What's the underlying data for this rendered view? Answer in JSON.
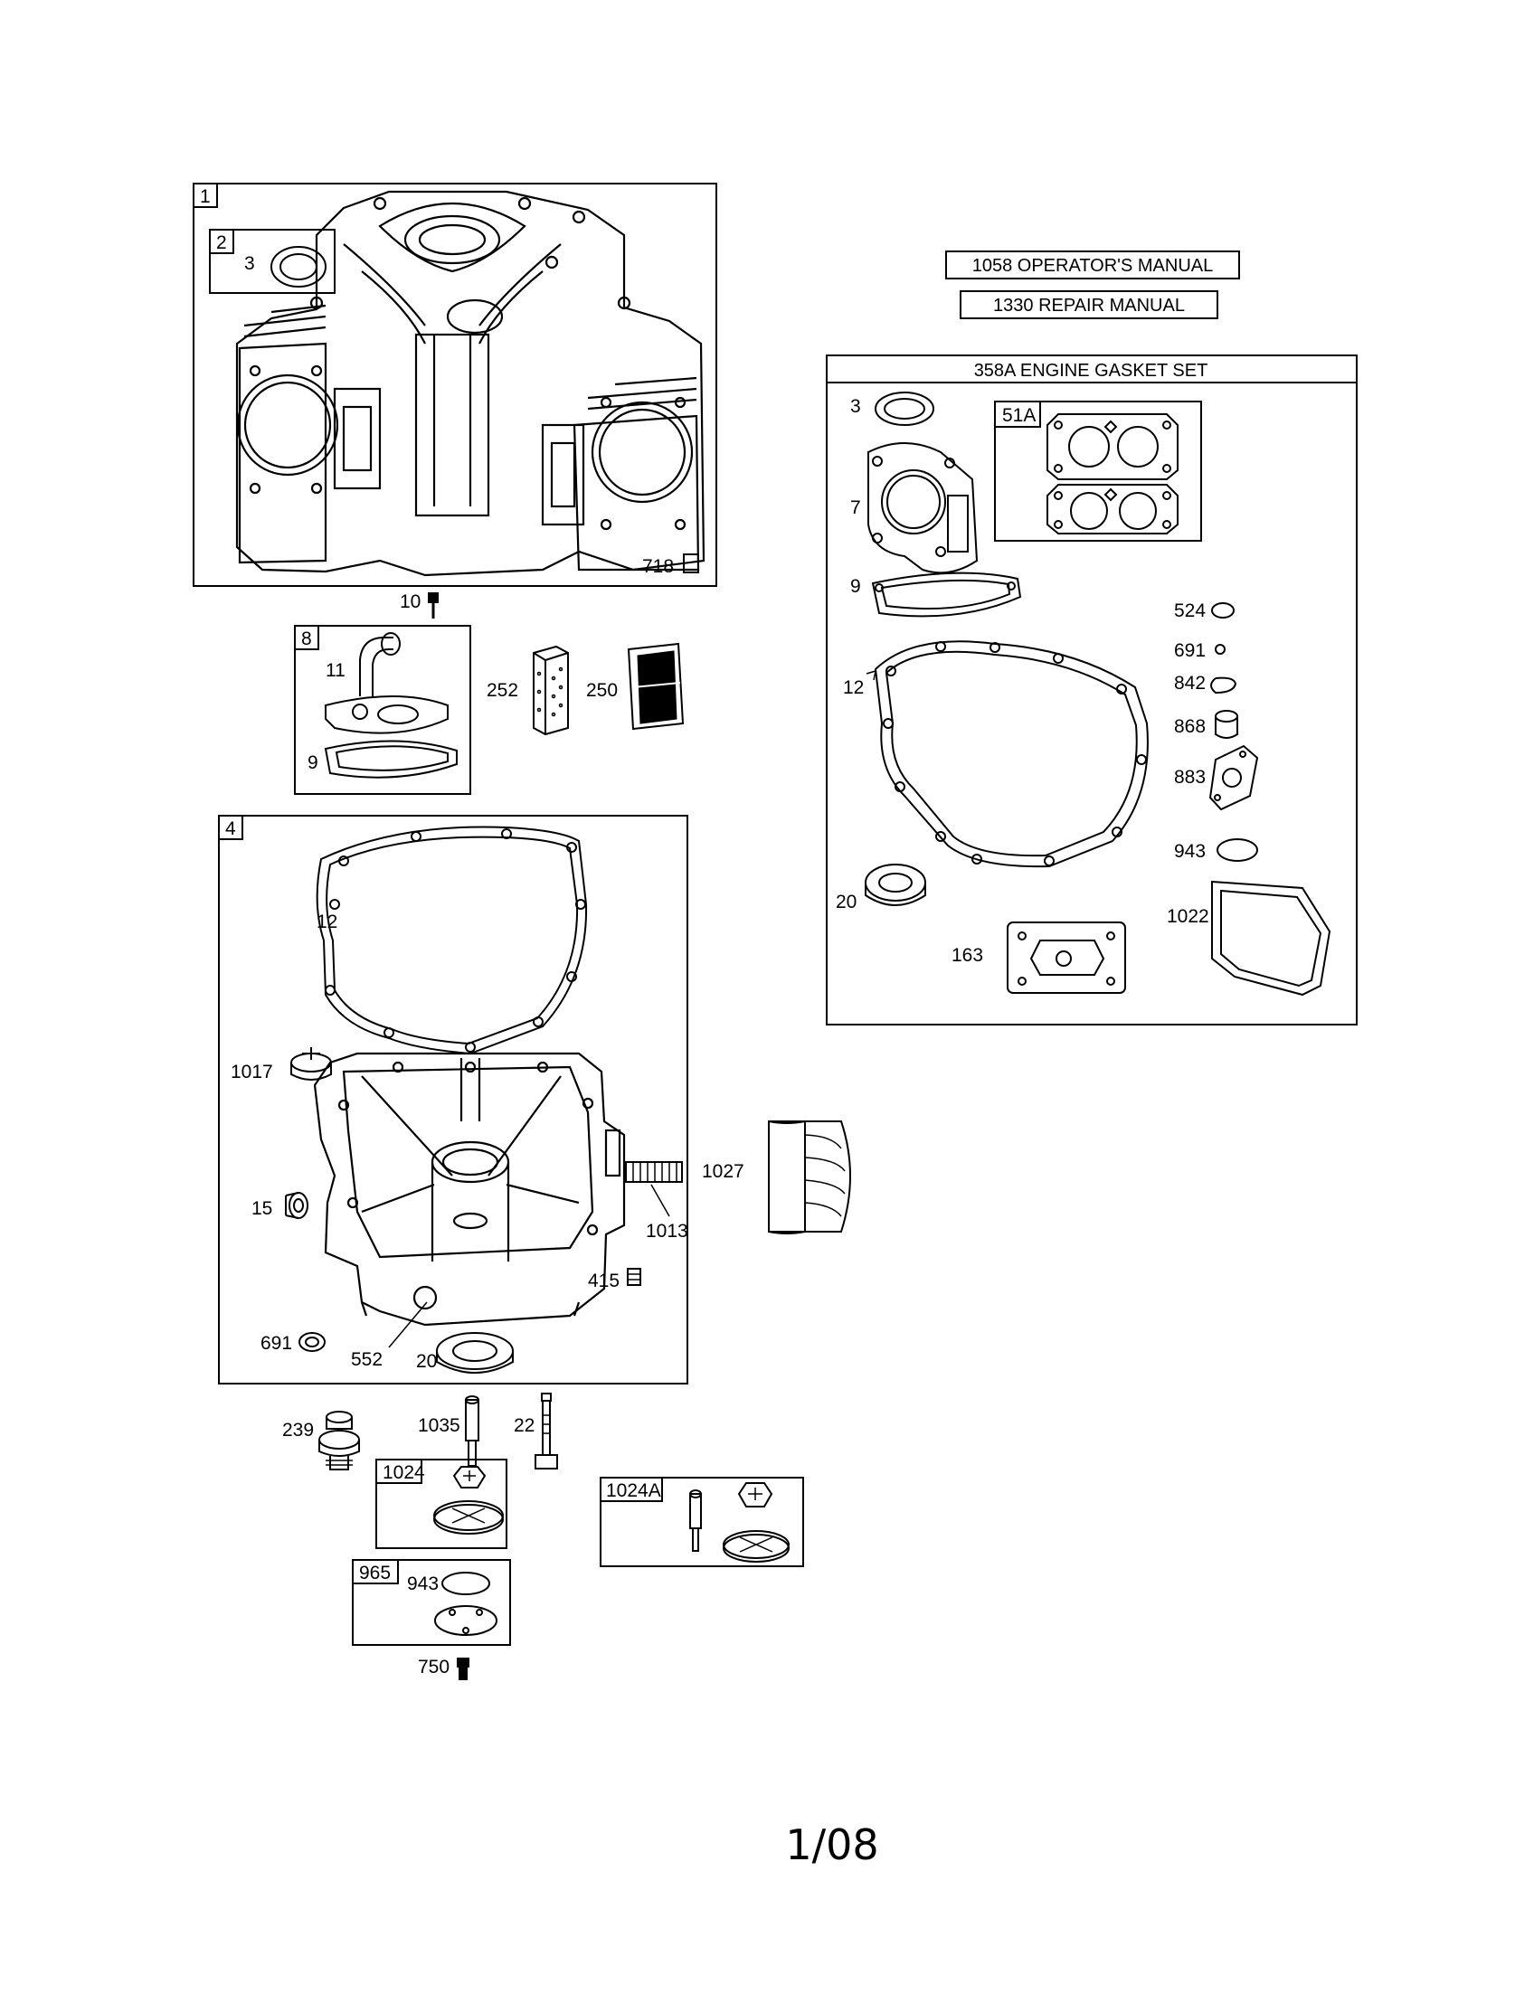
{
  "manuals": {
    "operators": "1058 OPERATOR'S MANUAL",
    "repair": "1330 REPAIR MANUAL"
  },
  "gasket_set": {
    "title": "358A ENGINE GASKET SET",
    "sub_box": "51A",
    "labels": [
      "3",
      "7",
      "9",
      "12",
      "20",
      "163",
      "524",
      "691",
      "842",
      "868",
      "883",
      "943",
      "1022"
    ]
  },
  "block_box": {
    "tag": "1",
    "sub_tag": "2",
    "labels": [
      "3",
      "718"
    ]
  },
  "breather_box": {
    "tag": "8",
    "labels": [
      "11",
      "9"
    ]
  },
  "sump_box": {
    "tag": "4",
    "labels": [
      "12",
      "1017",
      "15",
      "691",
      "552",
      "20",
      "1013",
      "415"
    ]
  },
  "loose_labels": [
    "10",
    "252",
    "250",
    "1027",
    "239",
    "1035",
    "22",
    "750"
  ],
  "pump_boxes": [
    {
      "tag": "1024"
    },
    {
      "tag": "1024A"
    },
    {
      "tag": "965",
      "label": "943"
    }
  ],
  "page_number": "1/08"
}
